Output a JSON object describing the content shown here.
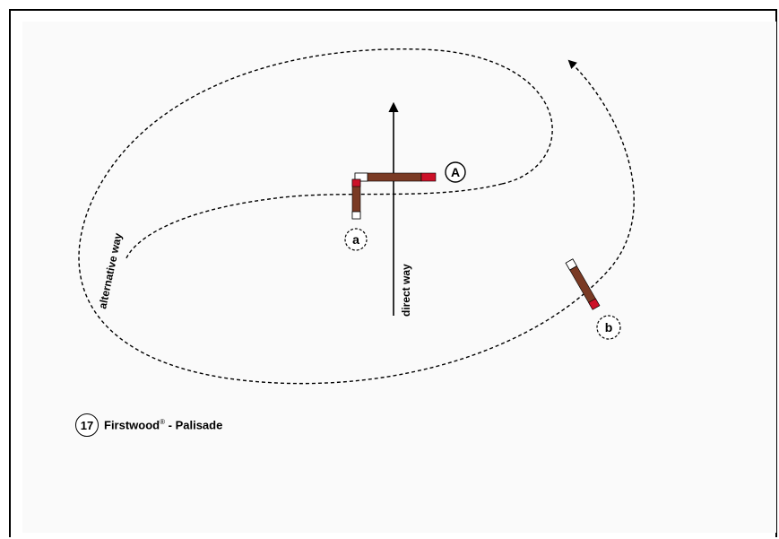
{
  "diagram": {
    "labels": {
      "direct_way": "direct way",
      "alternative_way": "alternative way",
      "obstacle_A": "A",
      "obstacle_a": "a",
      "obstacle_b": "b"
    },
    "colors": {
      "pole": "#7a3a24",
      "pole_end_red": "#cc1128",
      "pole_end_white": "#ffffff",
      "line": "#000000"
    }
  },
  "footer": {
    "number": "17",
    "name": "Firstwood",
    "registered": "®",
    "subtitle": "- Palisade"
  }
}
